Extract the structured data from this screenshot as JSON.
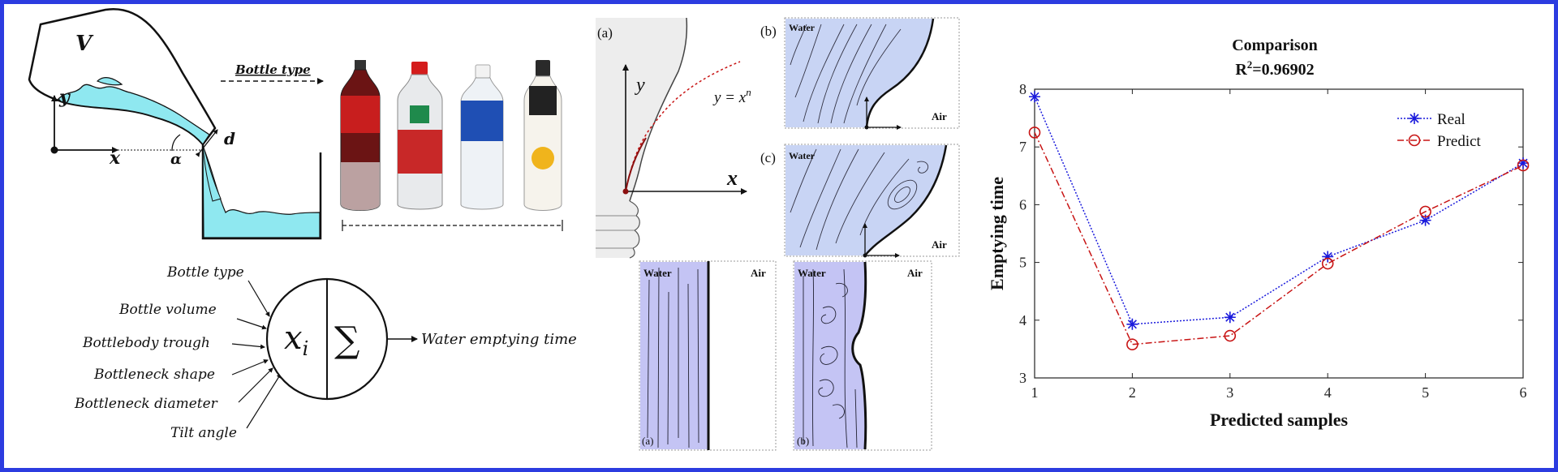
{
  "left": {
    "label_v": "V",
    "label_y": "y",
    "label_x": "x",
    "label_alpha": "α",
    "label_d": "d",
    "bottle_type_label": "Bottle type",
    "inputs": [
      "Bottle type",
      "Bottle volume",
      "Bottlebody trough",
      "Bottleneck shape",
      "Bottleneck diameter",
      "Tilt angle"
    ],
    "neuron_left": "x",
    "neuron_sub": "i",
    "neuron_right": "∑",
    "output": "Water emptying time"
  },
  "middle": {
    "panel_a_top": "(a)",
    "curve_y": "y",
    "curve_x": "x",
    "curve_eq": "y = x",
    "curve_eq_exp": "n",
    "panel_b_top": "(b)",
    "panel_c_top": "(c)",
    "water": "Water",
    "air": "Air",
    "panel_a_bottom": "(a)",
    "panel_b_bottom": "(b)"
  },
  "colors": {
    "frame": "#2c3ce0",
    "water_fill": "#8fe8f0",
    "flow_fill": "#c8d4f4",
    "flow_fill_bottom": "#c4c4f4",
    "real": "#1a1adc",
    "predict": "#c81414",
    "curve": "#c81414"
  },
  "chart_data": {
    "type": "line",
    "title": "Comparison",
    "subtitle": "R",
    "subtitle_sup": "2",
    "subtitle_rest": "=0.96902",
    "xlabel": "Predicted samples",
    "ylabel": "Emptying time",
    "x": [
      1,
      2,
      3,
      4,
      5,
      6
    ],
    "xlim": [
      1,
      6
    ],
    "ylim": [
      3,
      8
    ],
    "xticks": [
      1,
      2,
      3,
      4,
      5,
      6
    ],
    "yticks": [
      3,
      4,
      5,
      6,
      7,
      8
    ],
    "grid": false,
    "legend_position": "top-right",
    "series": [
      {
        "name": "Real",
        "values": [
          7.87,
          3.93,
          4.05,
          5.1,
          5.73,
          6.72
        ],
        "marker": "star",
        "line": "dotted"
      },
      {
        "name": "Predict",
        "values": [
          7.25,
          3.58,
          3.73,
          4.98,
          5.88,
          6.68
        ],
        "marker": "circle",
        "line": "dashdot"
      }
    ]
  }
}
